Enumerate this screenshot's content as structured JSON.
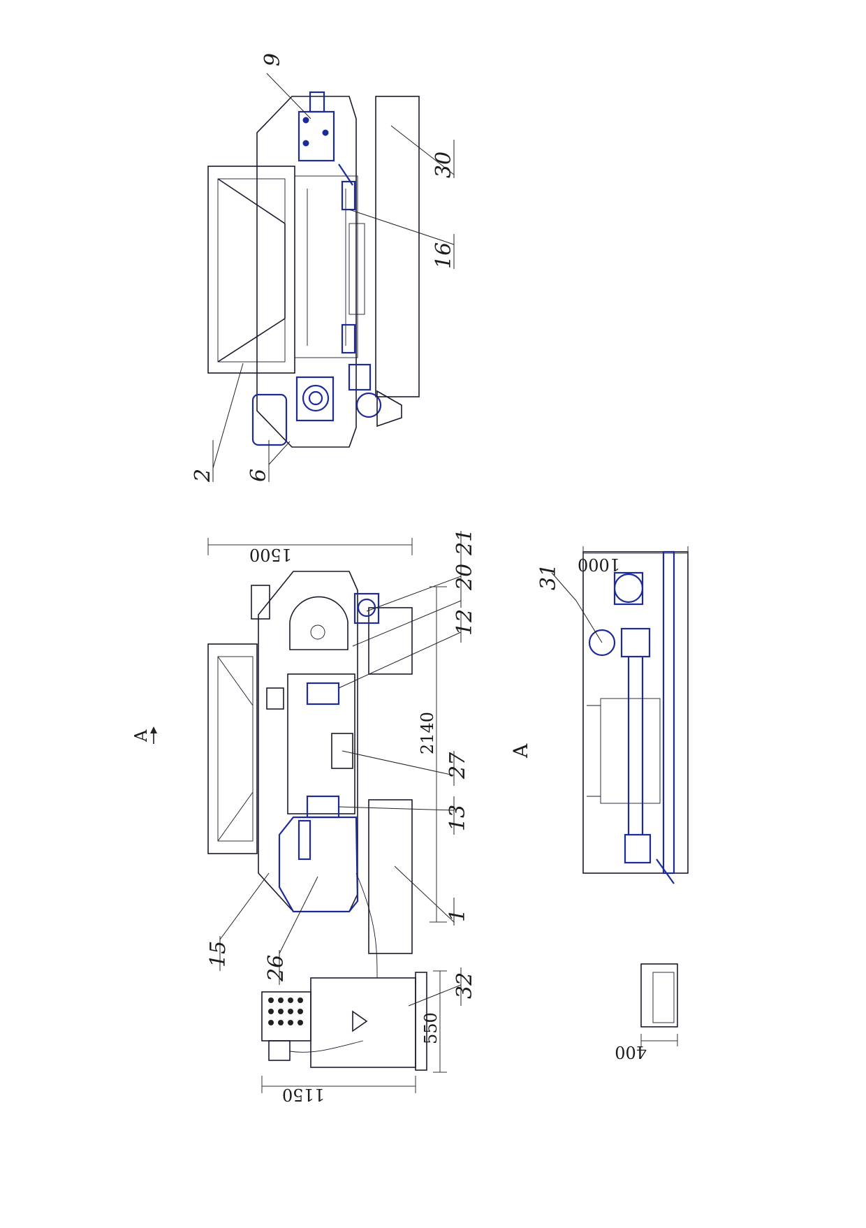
{
  "drawing": {
    "view_label": "A",
    "view_arrow_label": "A",
    "callouts": {
      "c9": "9",
      "c30": "30",
      "c16": "16",
      "c2": "2",
      "c6": "6",
      "c21": "21",
      "c20": "20",
      "c12": "12",
      "c27": "27",
      "c13": "13",
      "c1": "1",
      "c15": "15",
      "c26": "26",
      "c32": "32",
      "c31": "31"
    },
    "dimensions": {
      "d1500": "1500",
      "d2140": "2140",
      "d550": "550",
      "d1150": "1150",
      "d1000": "1000",
      "d400": "400"
    }
  }
}
